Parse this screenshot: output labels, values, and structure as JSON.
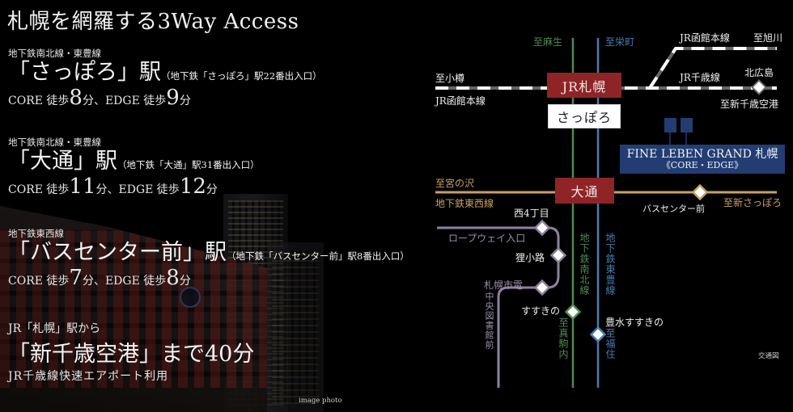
{
  "header": {
    "title": "札幌を網羅する3Way Access"
  },
  "access": [
    {
      "line_label": "地下鉄南北線・東豊線",
      "station": "「さっぽろ」駅",
      "exit_note": "（地下鉄「さっぽろ」駅22番出入口）",
      "core_label": "CORE 徒歩",
      "core_minutes": "8",
      "sep": "分、EDGE 徒歩",
      "edge_minutes": "9",
      "unit": "分"
    },
    {
      "line_label": "地下鉄南北線・東豊線",
      "station": "「大通」駅",
      "exit_note": "（地下鉄「大通」駅31番出入口）",
      "core_label": "CORE 徒歩",
      "core_minutes": "11",
      "sep": "分、EDGE 徒歩",
      "edge_minutes": "12",
      "unit": "分"
    },
    {
      "line_label": "地下鉄東西線",
      "station": "「バスセンター前」駅",
      "exit_note": "（地下鉄「バスセンター前」駅8番出入口）",
      "core_label": "CORE 徒歩",
      "core_minutes": "7",
      "sep": "分、EDGE 徒歩",
      "edge_minutes": "8",
      "unit": "分"
    }
  ],
  "airport": {
    "from": "JR「札幌」駅から",
    "headline": "「新千歳空港」まで40分",
    "note": "JR千歳線快速エアポート利用"
  },
  "photo_caption": "image photo",
  "map": {
    "caption": "交通図",
    "colors": {
      "jr": "#ffffff",
      "namboku": "#4f8a54",
      "toho": "#4a7cae",
      "tozai": "#c9a063",
      "tram": "#8f7f9e",
      "station_red": "#8f2426",
      "property_navy": "#233d72"
    },
    "labels": {
      "to_asabu": "至麻生",
      "to_sakaemachi": "至栄町",
      "jr_hakodate_top": "JR函館本線",
      "to_asahikawa": "至旭川",
      "to_otaru": "至小樽",
      "jr_hakodate_left": "JR函館本線",
      "jr_chitose": "JR千歳線",
      "kitahiroshima": "北広島",
      "to_new_chitose": "至新千歳空港",
      "jr_sapporo": "JR札幌",
      "sapporo_subway": "さっぽろ",
      "property_name": "FINE LEBEN GRAND 札幌",
      "property_sub": "《CORE・EDGE》",
      "to_miyanosawa": "至宮の沢",
      "tozai_line": "地下鉄東西線",
      "odori": "大通",
      "bus_center": "バスセンター前",
      "to_shin_sapporo": "至新さっぽろ",
      "nishi4": "西4丁目",
      "ropeway": "ロープウェイ入口",
      "tanukikoji": "狸小路",
      "tram_line": "札幌市電",
      "chuo_library": "中央図書館前",
      "susukino": "すすきの",
      "namboku_line": "地下鉄南北線",
      "to_makomanai": "至真駒内",
      "toho_line": "地下鉄東豊線",
      "hosui_susukino": "豊水すすきの",
      "to_fukuzumi": "至福住"
    }
  }
}
